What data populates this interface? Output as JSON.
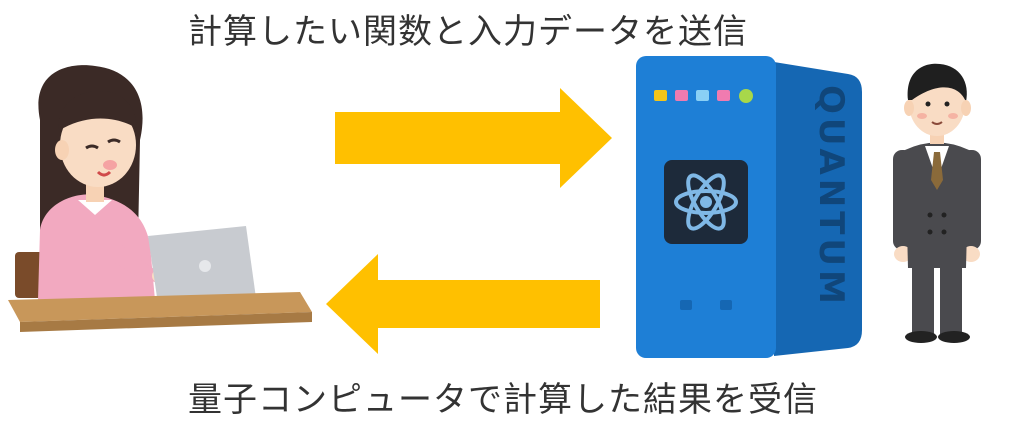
{
  "top_caption": "計算したい関数と入力データを送信",
  "bottom_caption": "量子コンピュータで計算した結果を受信",
  "server_label": "QUANTUM",
  "colors": {
    "arrow": "#ffc000",
    "server_body": "#1e7fd6",
    "server_dark": "#1567b3",
    "atom_panel": "#1d2a3a",
    "atom": "#7fb8e6",
    "desk": "#c8975a",
    "laptop": "#c8cbd0",
    "sweater": "#f2a9c0",
    "hair": "#3b2a26",
    "suit": "#4a4a4e"
  },
  "server_lights": [
    "#f5c518",
    "#f07bb0",
    "#8ad0f5",
    "#f07bb0",
    "#a8d84a"
  ]
}
